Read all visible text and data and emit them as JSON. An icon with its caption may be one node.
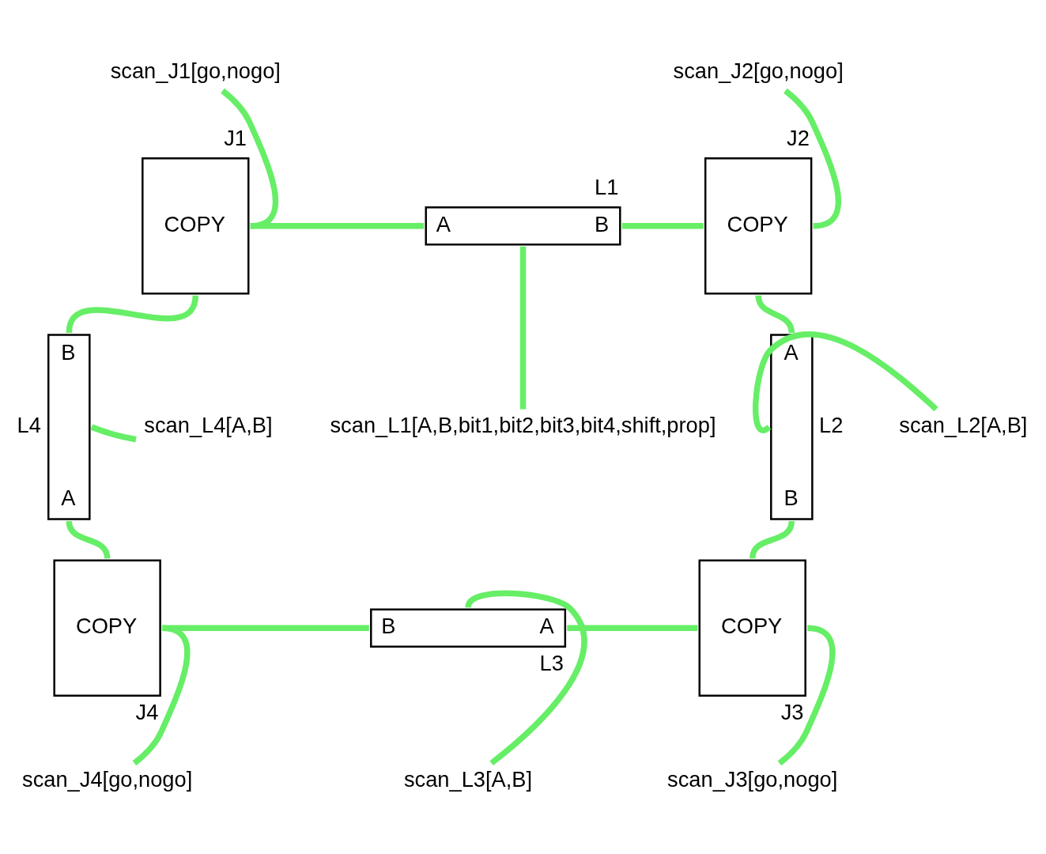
{
  "diagram": {
    "nodes": [
      {
        "text": [
          "scan_J1[go,nogo]"
        ]
      },
      {
        "text": [
          "COPY"
        ],
        "beside": [
          "J1"
        ]
      },
      {
        "text": [
          "A",
          "B"
        ],
        "beside": [
          "L1"
        ]
      },
      {
        "text": [
          "scan_J2[go,nogo]"
        ]
      },
      {
        "text": [
          "COPY"
        ],
        "beside": [
          "J2"
        ]
      },
      {
        "text": [
          "scan_L1[A,B,bit1,bit2,bit3,bit4,shift,prop]"
        ]
      },
      {
        "text": [
          "B",
          "A"
        ],
        "beside": [
          "L4"
        ]
      },
      {
        "text": [
          "scan_L4[A,B]"
        ]
      },
      {
        "text": [
          "scan_L2[A,B]"
        ]
      },
      {
        "text": [
          "A",
          "B"
        ],
        "beside": [
          "L2"
        ]
      },
      {
        "text": [
          "scan_L3[A,B]"
        ]
      },
      {
        "text": [
          "COPY"
        ],
        "beside": [
          "J4"
        ]
      },
      {
        "text": [
          "B",
          "A"
        ],
        "beside": [
          "L3"
        ]
      },
      {
        "text": [
          "COPY"
        ],
        "beside": [
          "J3"
        ]
      },
      {
        "text": [
          "scan_J4[go,nogo]"
        ]
      },
      {
        "text": [
          "scan_J3[go,nogo]"
        ]
      }
    ],
    "edges": [
      {
        "from": 0,
        "to": 1,
        "arrow": "none"
      },
      {
        "from": 1,
        "to": 2,
        "arrow": "none"
      },
      {
        "from": 2,
        "to": 4,
        "arrow": "none"
      },
      {
        "from": 3,
        "to": 4,
        "arrow": "none"
      },
      {
        "from": 2,
        "to": 5,
        "arrow": "none"
      },
      {
        "from": 4,
        "to": 9,
        "arrow": "none"
      },
      {
        "from": 9,
        "to": 8,
        "arrow": "none"
      },
      {
        "from": 9,
        "to": 13,
        "arrow": "none"
      },
      {
        "from": 13,
        "to": 12,
        "arrow": "none"
      },
      {
        "from": 12,
        "to": 10,
        "arrow": "none"
      },
      {
        "from": 12,
        "to": 11,
        "arrow": "none"
      },
      {
        "from": 11,
        "to": 6,
        "arrow": "none"
      },
      {
        "from": 6,
        "to": 7,
        "arrow": "none"
      },
      {
        "from": 6,
        "to": 1,
        "arrow": "none"
      },
      {
        "from": 11,
        "to": 14,
        "arrow": "none"
      },
      {
        "from": 13,
        "to": 15,
        "arrow": "none"
      }
    ]
  }
}
